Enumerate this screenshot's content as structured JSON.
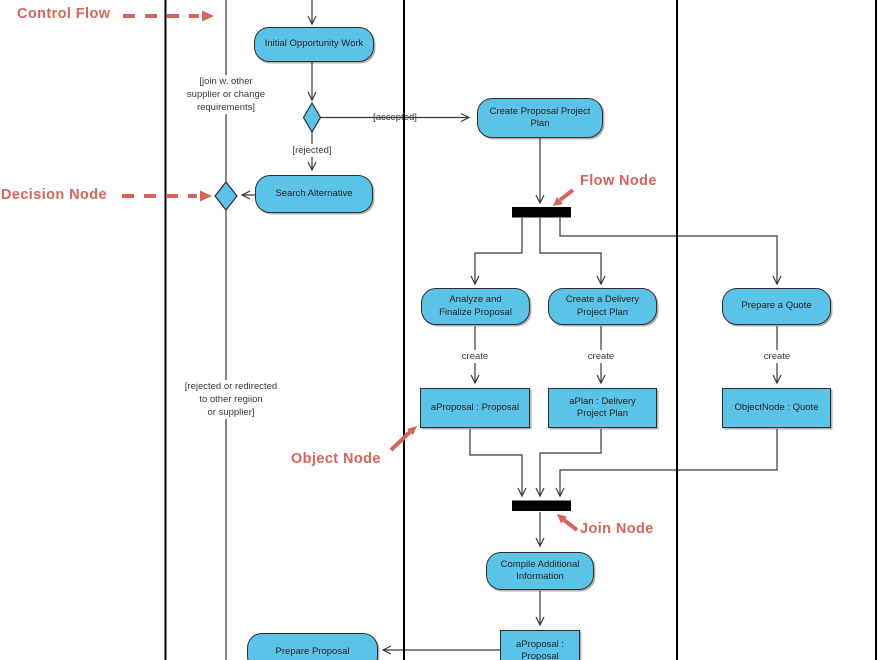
{
  "diagram": {
    "annotations": {
      "control_flow": "Control Flow",
      "decision_node": "Decision Node",
      "flow_node": "Flow Node",
      "object_node": "Object Node",
      "join_node": "Join Node"
    },
    "action_nodes": {
      "initial_opportunity_work": "Initial Opportunity Work",
      "search_alternative": "Search Alternative",
      "create_proposal_project_plan": "Create Proposal Project\nPlan",
      "analyze_and_finalize_proposal": "Analyze and\nFinalize Proposal",
      "create_a_delivery_project_plan": "Create a Delivery\nProject Plan",
      "prepare_a_quote": "Prepare a Quote",
      "compile_additional_information": "Compile Additional\nInformation",
      "prepare_proposal": "Prepare Proposal"
    },
    "object_nodes": {
      "aproposal_proposal": "aProposal : Proposal",
      "aplan_delivery_project_plan": "aPlan : Delivery\nProject Plan",
      "objectnode_quote": "ObjectNode : Quote",
      "aproposal_proposal_2": "aProposal :\nProposal"
    },
    "guards": {
      "join_other": "[join w. other\nsupplier or change\nrequirements]",
      "accepted": "[accepted]",
      "rejected": "[rejected]",
      "rejected_redirected": "[rejected or redirected\nto other regiion\nor supplier]"
    },
    "edge_labels": {
      "create": "create"
    },
    "colors": {
      "node_fill": "#5cc3e8",
      "node_border": "#2d2d2d",
      "edge_line": "#3a3a3a",
      "lane_line": "#000000",
      "fork_join_bar": "#000000",
      "annotation_red": "#d5655c"
    }
  }
}
